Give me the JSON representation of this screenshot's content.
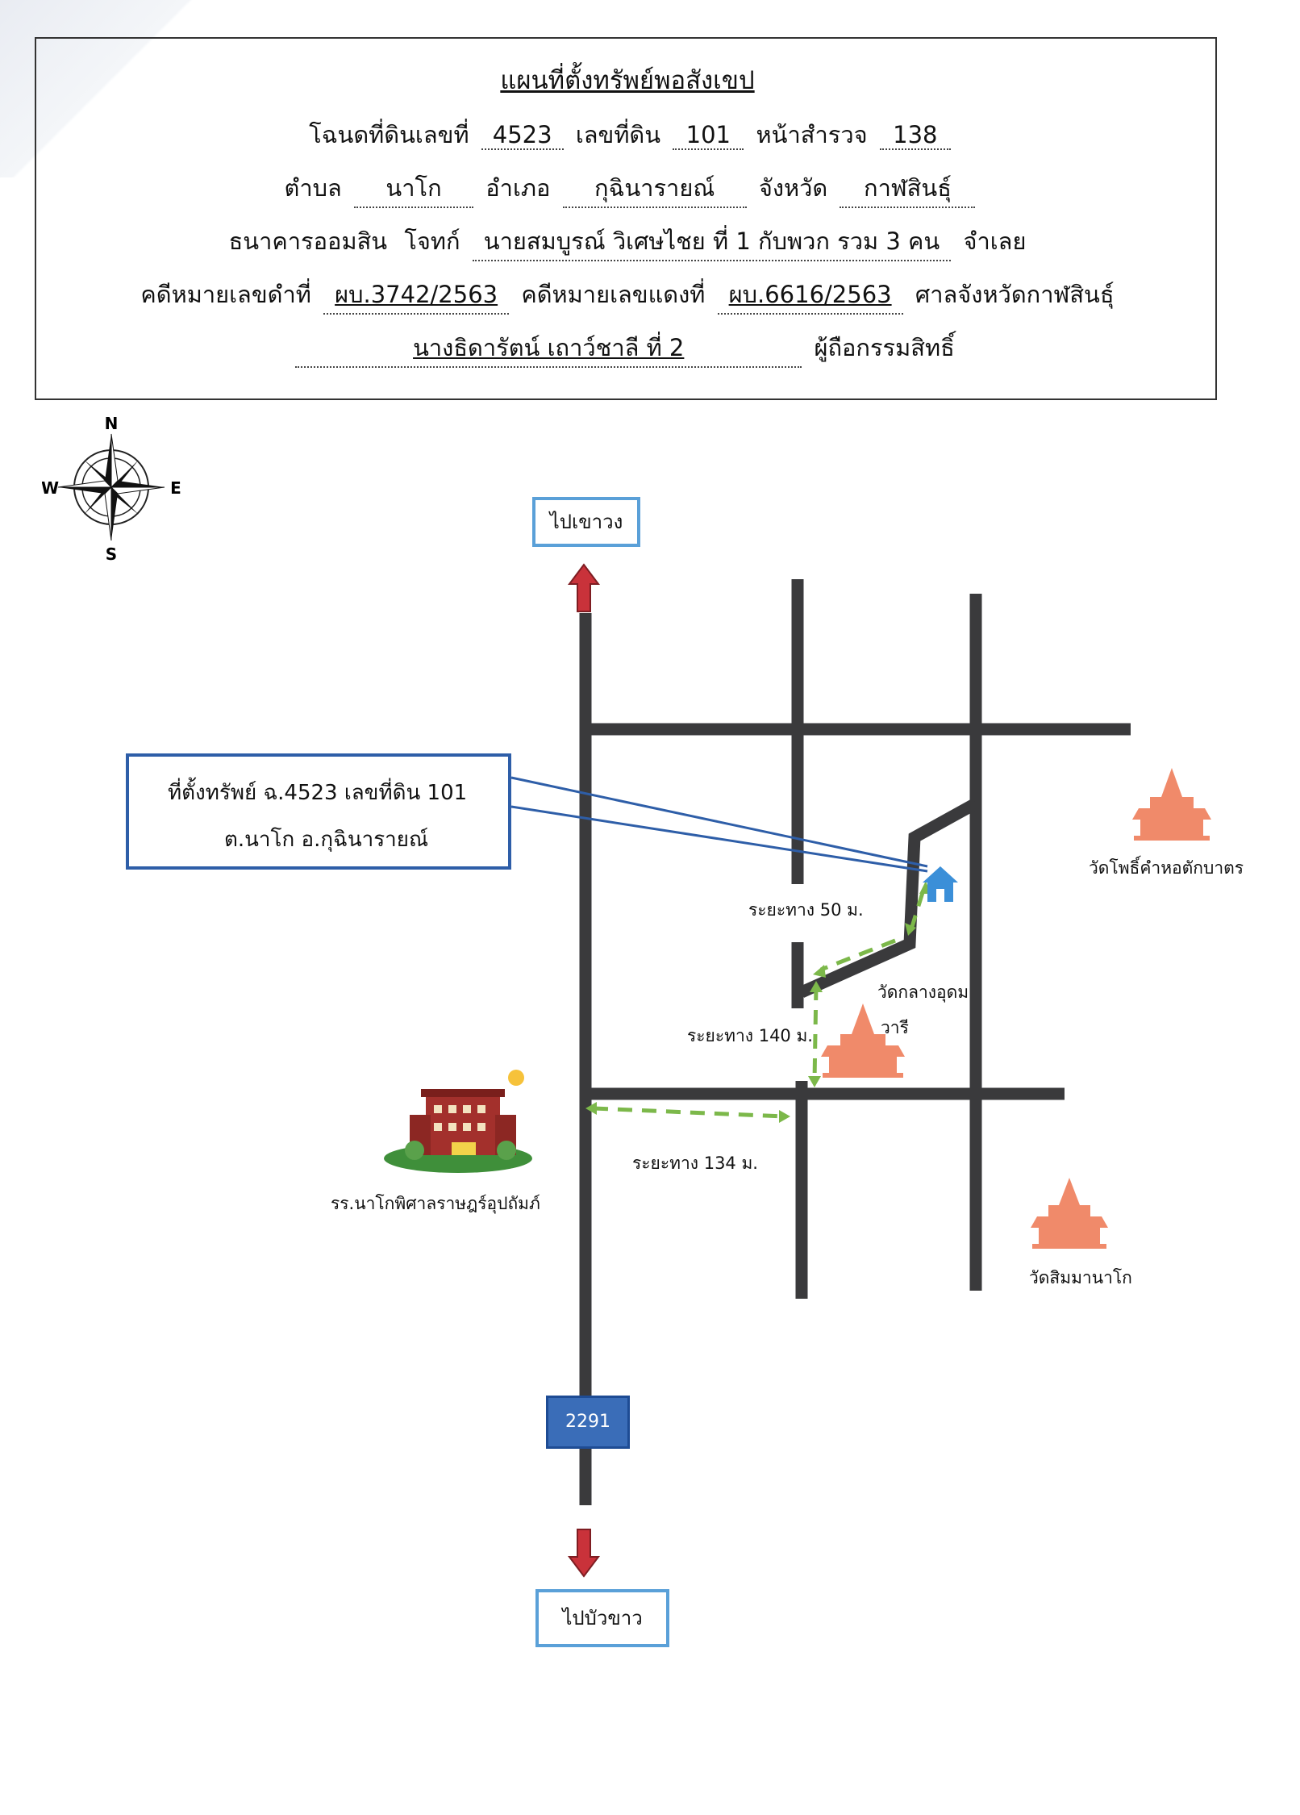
{
  "header": {
    "title": "แผนที่ตั้งทรัพย์พอสังเขป",
    "deed_label": "โฉนดที่ดินเลขที่",
    "deed_no": "4523",
    "land_no_label": "เลขที่ดิน",
    "land_no": "101",
    "survey_label": "หน้าสำรวจ",
    "survey_no": "138",
    "subdistrict_label": "ตำบล",
    "subdistrict": "นาโก",
    "district_label": "อำเภอ",
    "district": "กุฉินารายณ์",
    "province_label": "จังหวัด",
    "province": "กาฬสินธุ์",
    "plaintiff": "ธนาคารออมสิน",
    "plaintiff_label": "โจทก์",
    "defendant": "นายสมบูรณ์  วิเศษไชย  ที่ 1 กับพวก รวม 3 คน",
    "defendant_label": "จำเลย",
    "black_case_label": "คดีหมายเลขดำที่",
    "black_case_no": "ผบ.3742/2563",
    "red_case_label": "คดีหมายเลขแดงที่",
    "red_case_no": "ผบ.6616/2563",
    "court": "ศาลจังหวัดกาฬสินธุ์",
    "owner": "นางธิดารัตน์ เถาว์ชาลี   ที่ 2",
    "owner_label": "ผู้ถือกรรมสิทธิ์"
  },
  "compass": {
    "n": "N",
    "s": "S",
    "e": "E",
    "w": "W"
  },
  "map": {
    "north_destination": "ไปเขาวง",
    "south_destination": "ไปบัวขาว",
    "route_number": "2291",
    "location_box_line1": "ที่ตั้งทรัพย์ ฉ.4523    เลขที่ดิน 101",
    "location_box_line2": "ต.นาโก  อ.กุฉินารายณ์",
    "distance_50": "ระยะทาง 50 ม.",
    "distance_140": "ระยะทาง 140 ม.",
    "distance_134": "ระยะทาง 134 ม.",
    "temple_phothi_label": "วัดโพธิ์คำหอตักบาตร",
    "temple_klang_line1": "วัดกลางอุดม",
    "temple_klang_line2": "วารี",
    "temple_sim_label": "วัดสิมมานาโก",
    "school_label": "รร.นาโกพิศาลราษฎร์อุปถัมภ์",
    "colors": {
      "road": "#3a3a3c",
      "route_dash": "#7cb84a",
      "pointer_line": "#2e5ea8",
      "arrow": "#c9323a",
      "temple": "#f08a6a",
      "house": "#3b8fd8"
    }
  }
}
